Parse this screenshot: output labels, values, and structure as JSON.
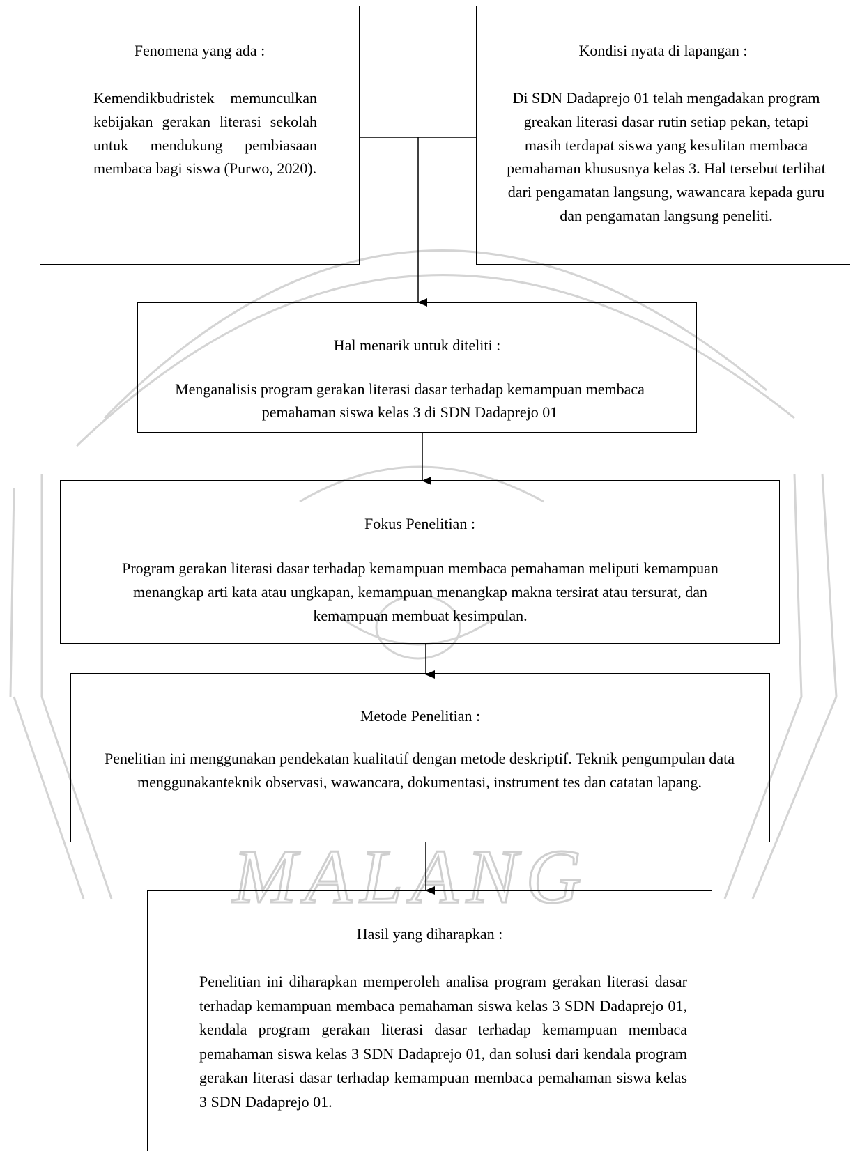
{
  "watermark": {
    "text": "MALANG",
    "color": "#c8c8c8"
  },
  "boxes": {
    "fenomena": {
      "heading": "Fenomena yang ada :",
      "body": "Kemendikbudristek memunculkan kebijakan gerakan literasi sekolah untuk mendukung pembiasaan membaca bagi siswa (Purwo, 2020)."
    },
    "kondisi": {
      "heading": "Kondisi nyata di lapangan :",
      "body": "Di SDN Dadaprejo 01 telah mengadakan program greakan literasi dasar rutin setiap pekan, tetapi masih terdapat siswa yang kesulitan membaca pemahaman khususnya kelas 3. Hal tersebut terlihat dari pengamatan langsung,  wawancara kepada guru dan pengamatan langsung peneliti."
    },
    "hal_menarik": {
      "heading": "Hal menarik untuk diteliti :",
      "body": "Menganalisis program gerakan literasi dasar terhadap kemampuan membaca pemahaman siswa kelas 3 di SDN Dadaprejo 01"
    },
    "fokus": {
      "heading": "Fokus Penelitian :",
      "body": "Program gerakan literasi dasar terhadap kemampuan membaca pemahaman meliputi kemampuan menangkap arti kata atau ungkapan, kemampuan menangkap makna tersirat atau tersurat, dan kemampuan membuat kesimpulan."
    },
    "metode": {
      "heading": "Metode Penelitian :",
      "body": "Penelitian ini menggunakan pendekatan kualitatif dengan metode deskriptif. Teknik pengumpulan data menggunakanteknik observasi, wawancara, dokumentasi, instrument tes dan catatan lapang."
    },
    "hasil": {
      "heading": "Hasil yang diharapkan :",
      "body": "Penelitian ini diharapkan memperoleh analisa program gerakan literasi dasar terhadap kemampuan membaca pemahaman siswa kelas 3 SDN Dadaprejo 01, kendala program gerakan literasi dasar terhadap kemampuan membaca pemahaman siswa kelas 3 SDN Dadaprejo 01, dan solusi dari kendala program gerakan literasi dasar terhadap kemampuan membaca pemahaman siswa kelas 3 SDN Dadaprejo 01."
    }
  }
}
